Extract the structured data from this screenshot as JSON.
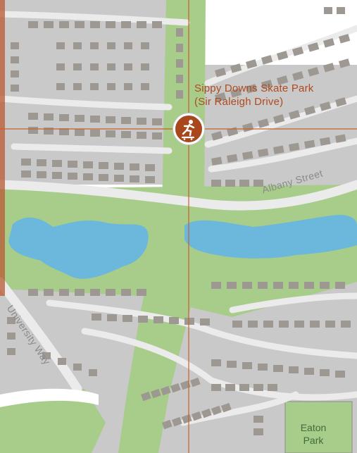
{
  "map": {
    "poi": {
      "name_line1": "Sippy Downs Skate Park",
      "name_line2": "(Sir Raleigh Drive)",
      "icon": "skateboarder-icon",
      "color": "#a8461c"
    },
    "streets": [
      {
        "name": "Albany Street"
      },
      {
        "name": "University Way"
      }
    ],
    "parks": [
      {
        "line1": "Eaton",
        "line2": "Park"
      }
    ],
    "colors": {
      "background": "#ffffff",
      "block": "#c9c9c9",
      "road": "#ebebeb",
      "house": "#9e9893",
      "green": "#a8cc8a",
      "water": "#6cb8dc",
      "crosshair": "#c8602a",
      "edge": "#b85a32"
    }
  }
}
